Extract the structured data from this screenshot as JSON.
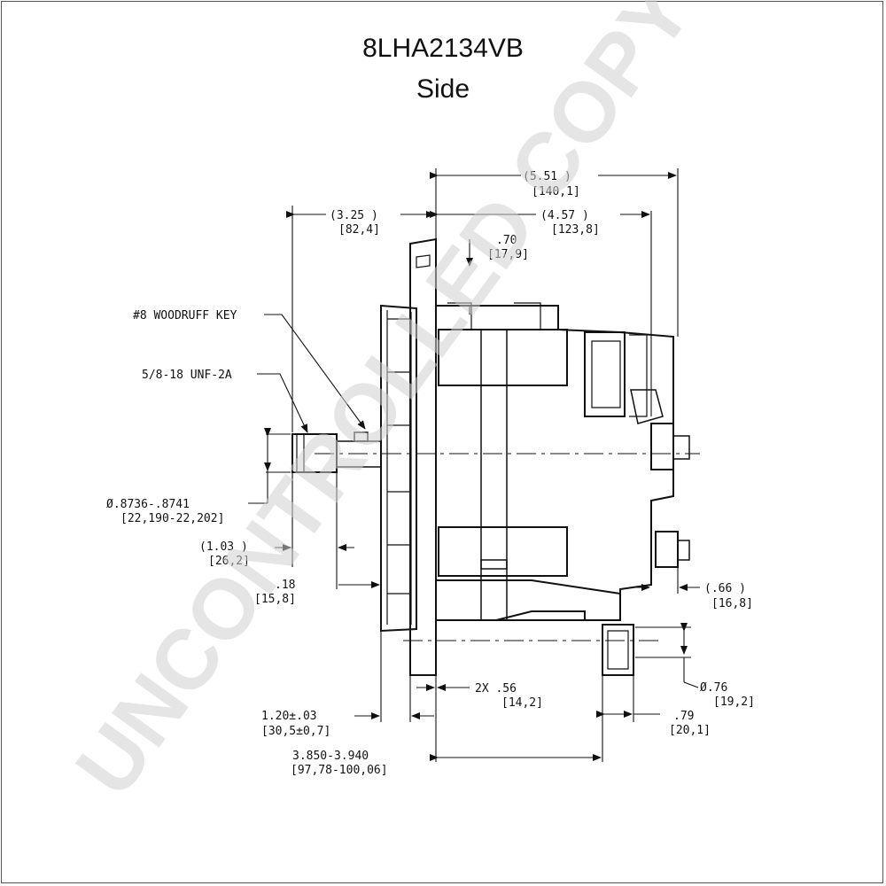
{
  "title": "8LHA2134VB",
  "subtitle": "Side",
  "watermark": "UNCONTROLLED COPY",
  "callouts": {
    "woodruff_key": "#8 WOODRUFF KEY",
    "thread": "5/8-18 UNF-2A"
  },
  "dimensions": {
    "overall_in": "(5.51    )",
    "overall_mm": "[140,1]",
    "pulley_in": "(3.25    )",
    "pulley_mm": "[82,4]",
    "body_in": "(4.57    )",
    "body_mm": "[123,8]",
    "top_offset_in": ".70",
    "top_offset_mm": "[17,9]",
    "shaft_dia_in": "Ø.8736-.8741",
    "shaft_dia_mm": "[22,190-22,202]",
    "shaft_len_in": "(1.03    )",
    "shaft_len_mm": "[26,2]",
    "nose_in": ".18",
    "nose_mm": "[15,8]",
    "terminal_in": "(.66    )",
    "terminal_mm": "[16,8]",
    "mount_dia_in": "Ø.76",
    "mount_dia_mm": "[19,2]",
    "slot_in": "2X  .56",
    "slot_mm": "[14,2]",
    "flange_in": "1.20±.03",
    "flange_mm": "[30,5±0,7]",
    "foot_in": ".79",
    "foot_mm": "[20,1]",
    "span_in": "3.850-3.940",
    "span_mm": "[97,78-100,06]"
  },
  "colors": {
    "line": "#111111",
    "watermark": "#cfcfcf"
  }
}
